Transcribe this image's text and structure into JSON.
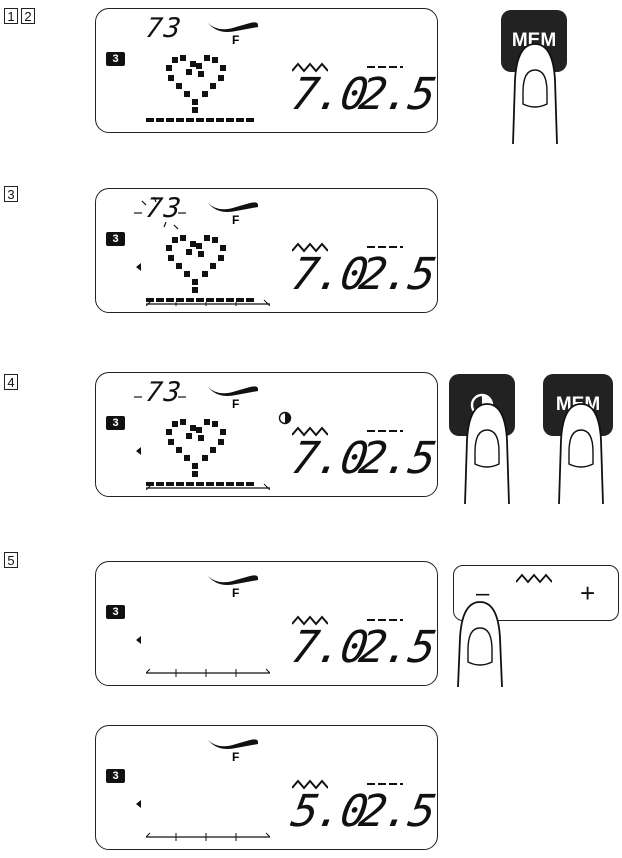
{
  "steps": [
    {
      "nums": [
        "1",
        "2"
      ],
      "display": {
        "pattern": "73",
        "foot": "F",
        "badge": "3",
        "width": "7.0",
        "length": "2.5"
      }
    },
    {
      "nums": [
        "3"
      ],
      "display": {
        "pattern": "73",
        "foot": "F",
        "badge": "3",
        "width": "7.0",
        "length": "2.5"
      }
    },
    {
      "nums": [
        "4"
      ],
      "display": {
        "pattern": "73",
        "foot": "F",
        "badge": "3",
        "width": "7.0",
        "length": "2.5"
      }
    },
    {
      "nums": [
        "5"
      ],
      "display": {
        "pattern": "",
        "foot": "F",
        "badge": "3",
        "width": "7.0",
        "length": "2.5"
      }
    },
    {
      "nums": [],
      "display": {
        "pattern": "",
        "foot": "F",
        "badge": "3",
        "width": "5.0",
        "length": "2.5"
      }
    }
  ],
  "buttons": {
    "mem": "MEM",
    "minus": "–",
    "plus": "+"
  }
}
